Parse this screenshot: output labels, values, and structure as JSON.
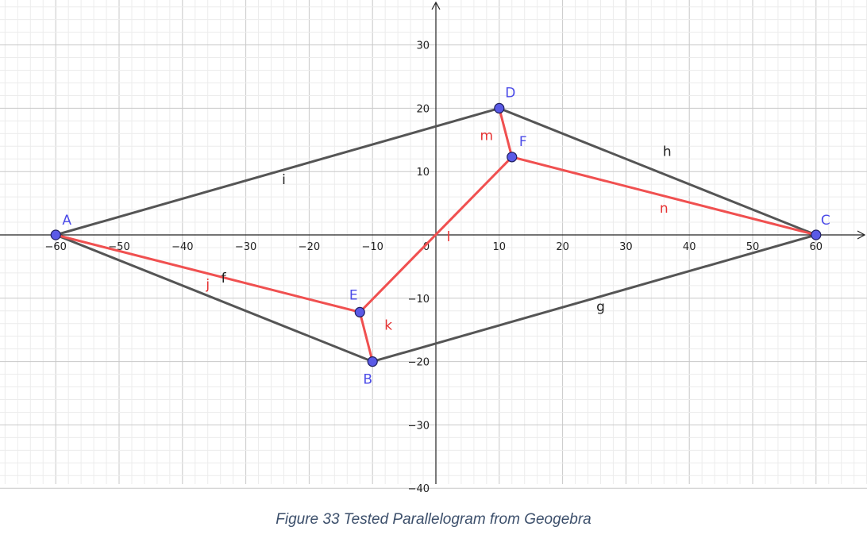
{
  "chart_data": {
    "type": "scatter",
    "axes": {
      "x_ticks": [
        -60,
        -50,
        -40,
        -30,
        -20,
        -10,
        0,
        10,
        20,
        30,
        40,
        50,
        60
      ],
      "y_ticks": [
        -40,
        -30,
        -20,
        -10,
        10,
        20,
        30
      ],
      "x_tick_labels": [
        "−60",
        "−50",
        "−40",
        "−30",
        "−20",
        "−10",
        "0",
        "10",
        "20",
        "30",
        "40",
        "50",
        "60"
      ],
      "y_tick_labels": [
        "−40",
        "−30",
        "−20",
        "−10",
        "10",
        "20",
        "30"
      ],
      "grid": true,
      "minor_grid_step": 2
    },
    "points": [
      {
        "name": "A",
        "x": -60,
        "y": 0
      },
      {
        "name": "B",
        "x": -10,
        "y": -20
      },
      {
        "name": "C",
        "x": 60,
        "y": 0
      },
      {
        "name": "D",
        "x": 10,
        "y": 20
      },
      {
        "name": "E",
        "x": -12,
        "y": -12.2
      },
      {
        "name": "F",
        "x": 12,
        "y": 12.3
      }
    ],
    "segments": [
      {
        "name": "f",
        "from": "A",
        "to": "B",
        "color": "#555555"
      },
      {
        "name": "g",
        "from": "B",
        "to": "C",
        "color": "#555555"
      },
      {
        "name": "h",
        "from": "C",
        "to": "D",
        "color": "#555555"
      },
      {
        "name": "i",
        "from": "D",
        "to": "A",
        "color": "#555555"
      },
      {
        "name": "j",
        "from": "A",
        "to": "E",
        "color": "#f05050"
      },
      {
        "name": "k",
        "from": "E",
        "to": "B",
        "color": "#f05050"
      },
      {
        "name": "l",
        "from": "E",
        "to": "F",
        "color": "#f05050"
      },
      {
        "name": "m",
        "from": "D",
        "to": "F",
        "color": "#f05050"
      },
      {
        "name": "n",
        "from": "F",
        "to": "C",
        "color": "#f05050"
      }
    ],
    "segment_label_positions": {
      "f": {
        "x": -33.5,
        "y": -7.5,
        "color": "#222222"
      },
      "g": {
        "x": 26,
        "y": -12,
        "color": "#222222"
      },
      "h": {
        "x": 36.5,
        "y": 12.5,
        "color": "#222222"
      },
      "i": {
        "x": -24,
        "y": 8,
        "color": "#222222"
      },
      "j": {
        "x": -36,
        "y": -8.5,
        "color": "#e63232"
      },
      "k": {
        "x": -7.5,
        "y": -15,
        "color": "#e63232"
      },
      "l": {
        "x": 2,
        "y": -1,
        "color": "#e63232"
      },
      "m": {
        "x": 8,
        "y": 15,
        "color": "#e63232"
      },
      "n": {
        "x": 36,
        "y": 3.5,
        "color": "#e63232"
      }
    },
    "colors": {
      "point_fill": "#5a5ae6",
      "point_label": "#4b4be8",
      "axis": "#222222",
      "major_grid": "#c8c8c8",
      "minor_grid": "#ececec"
    }
  },
  "caption": "Figure 33 Tested Parallelogram from Geogebra"
}
